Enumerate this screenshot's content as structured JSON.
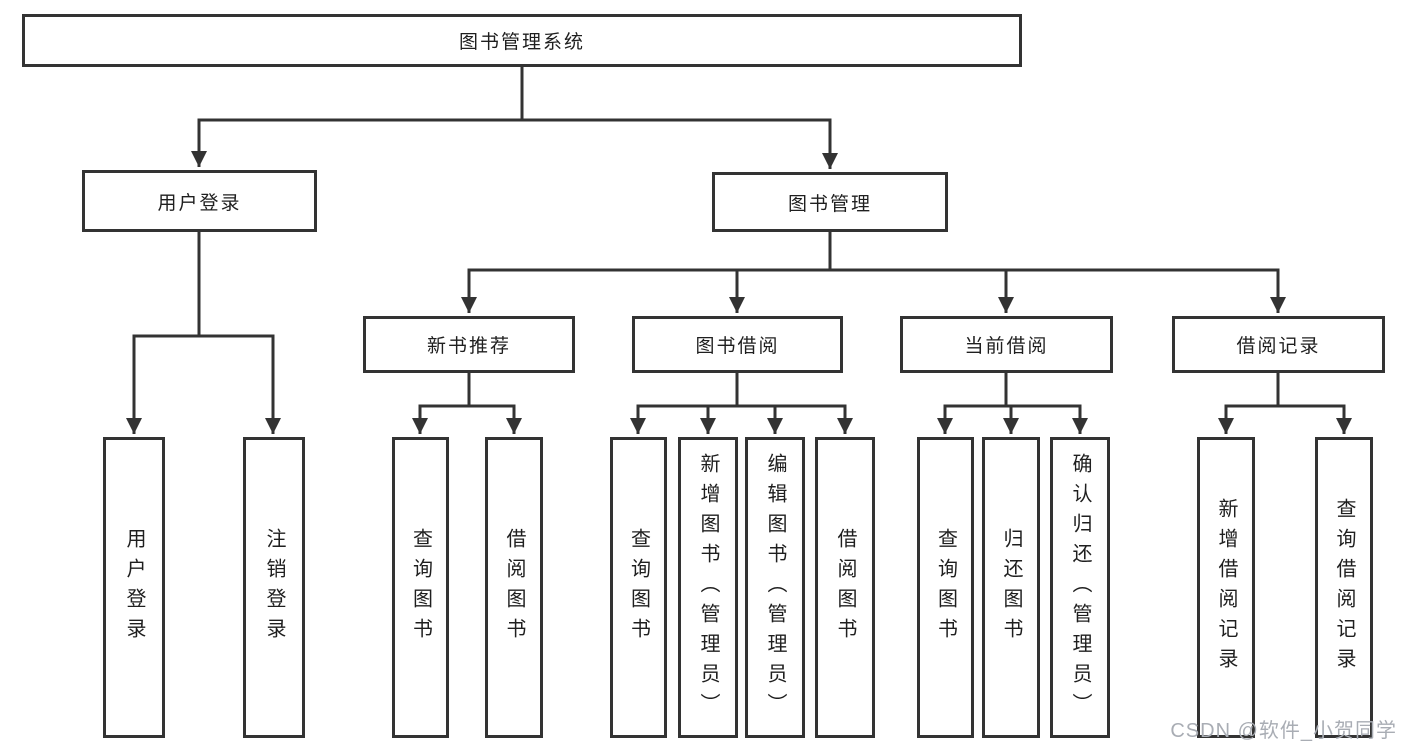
{
  "diagram": {
    "root": {
      "label": "图书管理系统"
    },
    "branches": [
      {
        "label": "用户登录"
      },
      {
        "label": "图书管理"
      }
    ],
    "sections": [
      {
        "label": "新书推荐"
      },
      {
        "label": "图书借阅"
      },
      {
        "label": "当前借阅"
      },
      {
        "label": "借阅记录"
      }
    ],
    "leaves": [
      {
        "label": "用户登录",
        "parent": "用户登录"
      },
      {
        "label": "注销登录",
        "parent": "用户登录"
      },
      {
        "label": "查询图书",
        "parent": "新书推荐"
      },
      {
        "label": "借阅图书",
        "parent": "新书推荐"
      },
      {
        "label": "查询图书",
        "parent": "图书借阅"
      },
      {
        "label": "新增图书（管理员）",
        "parent": "图书借阅"
      },
      {
        "label": "编辑图书（管理员）",
        "parent": "图书借阅"
      },
      {
        "label": "借阅图书",
        "parent": "图书借阅"
      },
      {
        "label": "查询图书",
        "parent": "当前借阅"
      },
      {
        "label": "归还图书",
        "parent": "当前借阅"
      },
      {
        "label": "确认归还（管理员）",
        "parent": "当前借阅"
      },
      {
        "label": "新增借阅记录",
        "parent": "借阅记录"
      },
      {
        "label": "查询借阅记录",
        "parent": "借阅记录"
      }
    ],
    "colors": {
      "line": "#333333",
      "box_border": "#333333",
      "background": "#ffffff",
      "text": "#1f1f1f",
      "watermark": "#a9adb4"
    }
  },
  "watermark": {
    "text": "CSDN @软件_小贺同学"
  }
}
